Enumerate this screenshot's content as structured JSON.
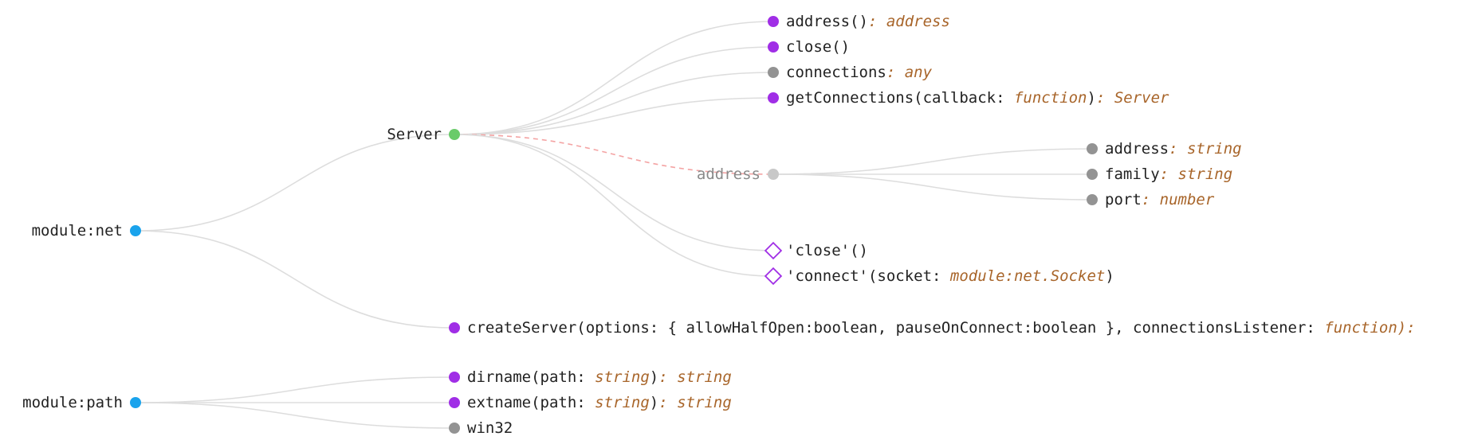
{
  "colors": {
    "module": "#1aa3ec",
    "class": "#6acb6a",
    "method": "#a02ee6",
    "property": "#939393",
    "event_outline": "#a02ee6",
    "type_text": "#a8652a",
    "link": "#dddddd",
    "link_dashed": "#f4a3a3",
    "faded_node": "#c8c8c8"
  },
  "nodes": [
    {
      "id": "net",
      "kind": "module",
      "label_side": "left",
      "parts": [
        {
          "t": "module:net"
        }
      ]
    },
    {
      "id": "path",
      "kind": "module",
      "label_side": "left",
      "parts": [
        {
          "t": "module:path"
        }
      ]
    },
    {
      "id": "server",
      "kind": "class",
      "label_side": "left",
      "parts": [
        {
          "t": "Server"
        }
      ]
    },
    {
      "id": "createServer",
      "kind": "method",
      "label_side": "right",
      "parts": [
        {
          "t": "createServer(options: { allowHalfOpen:boolean, pauseOnConnect:boolean }, connectionsListener: "
        },
        {
          "t": "function",
          "type": true
        },
        {
          "t": "): ",
          "type": true
        }
      ]
    },
    {
      "id": "dirname",
      "kind": "method",
      "label_side": "right",
      "parts": [
        {
          "t": "dirname(path: "
        },
        {
          "t": "string",
          "type": true
        },
        {
          "t": ")"
        },
        {
          "t": ": string",
          "type": true
        }
      ]
    },
    {
      "id": "extname",
      "kind": "method",
      "label_side": "right",
      "parts": [
        {
          "t": "extname(path: "
        },
        {
          "t": "string",
          "type": true
        },
        {
          "t": ")"
        },
        {
          "t": ": string",
          "type": true
        }
      ]
    },
    {
      "id": "win32",
      "kind": "property",
      "label_side": "right",
      "parts": [
        {
          "t": "win32"
        }
      ]
    },
    {
      "id": "s_address",
      "kind": "method",
      "label_side": "right",
      "parts": [
        {
          "t": "address()"
        },
        {
          "t": ": address",
          "type": true
        }
      ]
    },
    {
      "id": "s_close",
      "kind": "method",
      "label_side": "right",
      "parts": [
        {
          "t": "close()"
        }
      ]
    },
    {
      "id": "s_connections",
      "kind": "property",
      "label_side": "right",
      "parts": [
        {
          "t": "connections"
        },
        {
          "t": ": any",
          "type": true
        }
      ]
    },
    {
      "id": "s_getConnections",
      "kind": "method",
      "label_side": "right",
      "parts": [
        {
          "t": "getConnections(callback: "
        },
        {
          "t": "function",
          "type": true
        },
        {
          "t": ")"
        },
        {
          "t": ": Server",
          "type": true
        }
      ]
    },
    {
      "id": "addr_typedef",
      "kind": "faded",
      "label_side": "left",
      "parts": [
        {
          "t": "address",
          "muted": true
        }
      ]
    },
    {
      "id": "ev_close",
      "kind": "event",
      "label_side": "right",
      "parts": [
        {
          "t": "'close'()"
        }
      ]
    },
    {
      "id": "ev_connect",
      "kind": "event",
      "label_side": "right",
      "parts": [
        {
          "t": "'connect'(socket: "
        },
        {
          "t": "module:net.Socket",
          "type": true
        },
        {
          "t": ")"
        }
      ]
    },
    {
      "id": "a_address",
      "kind": "property",
      "label_side": "right",
      "parts": [
        {
          "t": "address"
        },
        {
          "t": ": string",
          "type": true
        }
      ]
    },
    {
      "id": "a_family",
      "kind": "property",
      "label_side": "right",
      "parts": [
        {
          "t": "family"
        },
        {
          "t": ": string",
          "type": true
        }
      ]
    },
    {
      "id": "a_port",
      "kind": "property",
      "label_side": "right",
      "parts": [
        {
          "t": "port"
        },
        {
          "t": ": number",
          "type": true
        }
      ]
    }
  ],
  "edges": [
    {
      "from": "net",
      "to": "server"
    },
    {
      "from": "net",
      "to": "createServer"
    },
    {
      "from": "path",
      "to": "dirname"
    },
    {
      "from": "path",
      "to": "extname"
    },
    {
      "from": "path",
      "to": "win32"
    },
    {
      "from": "server",
      "to": "s_address"
    },
    {
      "from": "server",
      "to": "s_close"
    },
    {
      "from": "server",
      "to": "s_connections"
    },
    {
      "from": "server",
      "to": "s_getConnections"
    },
    {
      "from": "server",
      "to": "addr_typedef",
      "style": "dashed"
    },
    {
      "from": "server",
      "to": "ev_close"
    },
    {
      "from": "server",
      "to": "ev_connect"
    },
    {
      "from": "addr_typedef",
      "to": "a_address"
    },
    {
      "from": "addr_typedef",
      "to": "a_family"
    },
    {
      "from": "addr_typedef",
      "to": "a_port"
    }
  ]
}
